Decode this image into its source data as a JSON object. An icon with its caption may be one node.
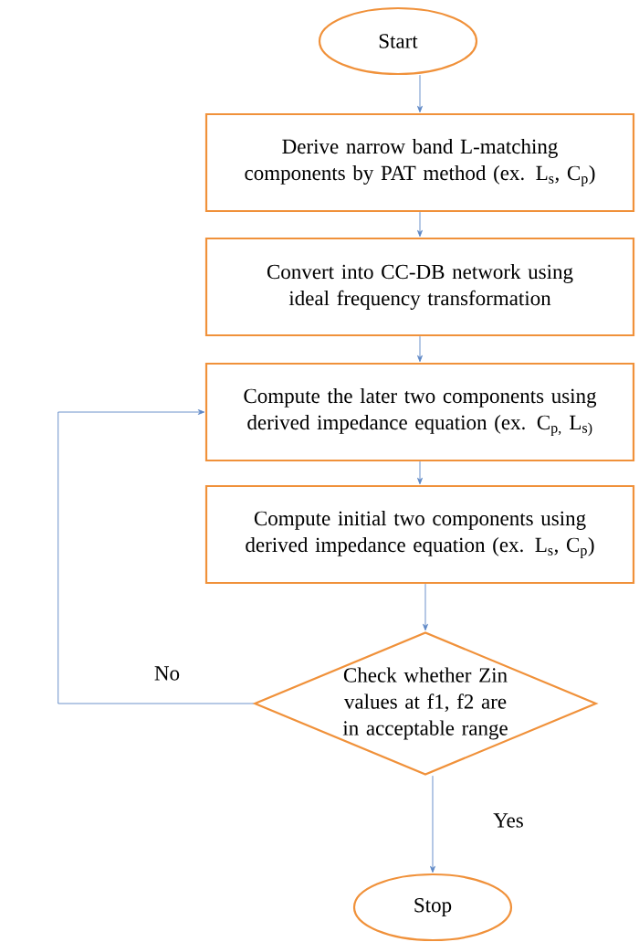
{
  "diagram": {
    "nodes": [
      {
        "text": [
          "Start"
        ]
      },
      {
        "text": [
          "Derive narrow band L-matching components by PAT method (ex. L$_{s}$, C$_{p}$)"
        ]
      },
      {
        "text": [
          "Convert into CC-DB network using ideal frequency transformation"
        ]
      },
      {
        "text": [
          "Compute the later two components using derived impedance equation (ex. C$_{p,}$ L$_{s)}$"
        ]
      },
      {
        "text": [
          "Compute initial two components using derived impedance equation (ex. L$_{s}$, C$_{p}$)"
        ]
      },
      {
        "text": [
          "Check whether Zin values at f1, f2 are in acceptable range"
        ]
      },
      {
        "text": [
          "Stop"
        ]
      }
    ],
    "edges": [
      {
        "from": 0,
        "to": 1,
        "arrow": "to"
      },
      {
        "from": 1,
        "to": 2,
        "arrow": "to"
      },
      {
        "from": 2,
        "to": 3,
        "arrow": "to"
      },
      {
        "from": 3,
        "to": 4,
        "arrow": "to"
      },
      {
        "from": 4,
        "to": 5,
        "arrow": "to"
      },
      {
        "from": 5,
        "to": 3,
        "arrow": "to",
        "label": "No"
      },
      {
        "from": 5,
        "to": 6,
        "arrow": "to",
        "label": "Yes"
      }
    ]
  }
}
